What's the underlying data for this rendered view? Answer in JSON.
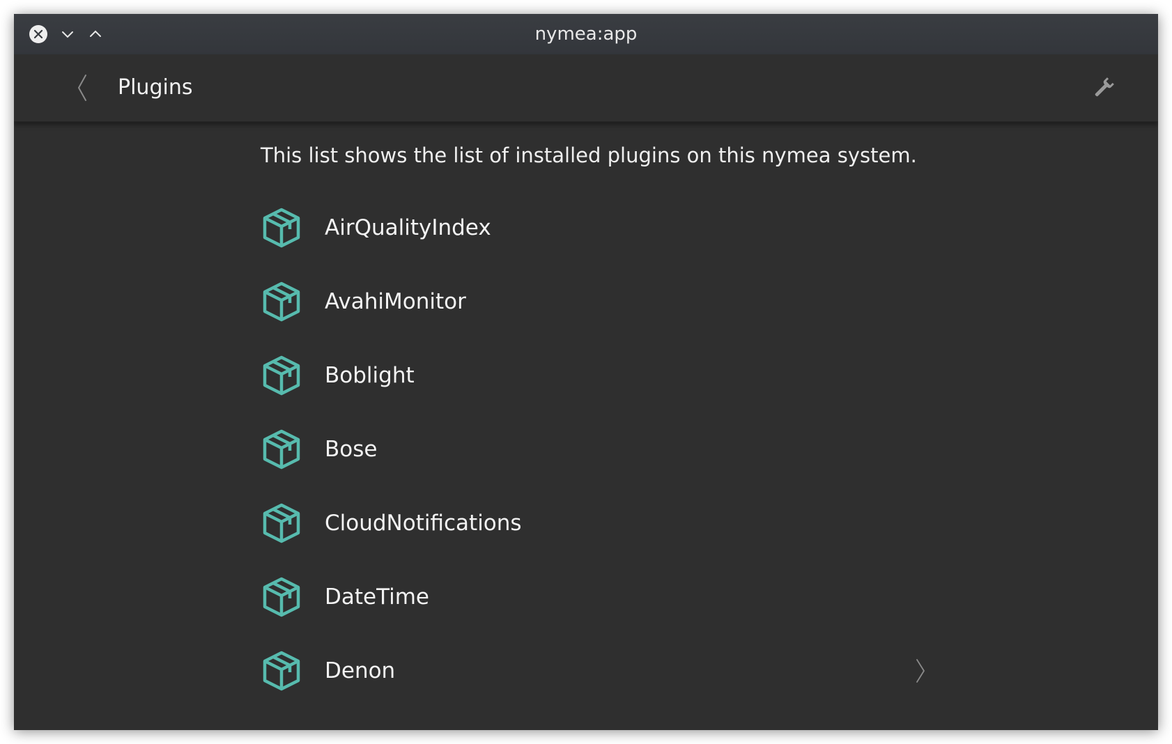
{
  "window": {
    "title": "nymea:app"
  },
  "header": {
    "title": "Plugins"
  },
  "content": {
    "description": "This list shows the list of installed plugins on this nymea system."
  },
  "plugins": [
    {
      "name": "AirQualityIndex"
    },
    {
      "name": "AvahiMonitor"
    },
    {
      "name": "Boblight"
    },
    {
      "name": "Bose"
    },
    {
      "name": "CloudNotifications"
    },
    {
      "name": "DateTime"
    },
    {
      "name": "Denon"
    }
  ],
  "icons": {
    "plugin": "package-box-icon",
    "back": "chevron-left-icon",
    "settings": "wrench-icon",
    "row": "chevron-right-icon"
  },
  "colors": {
    "accent": "#57bbae",
    "background": "#2f2f2f",
    "titlebar": "#36393e",
    "text": "#f0f0f0"
  }
}
